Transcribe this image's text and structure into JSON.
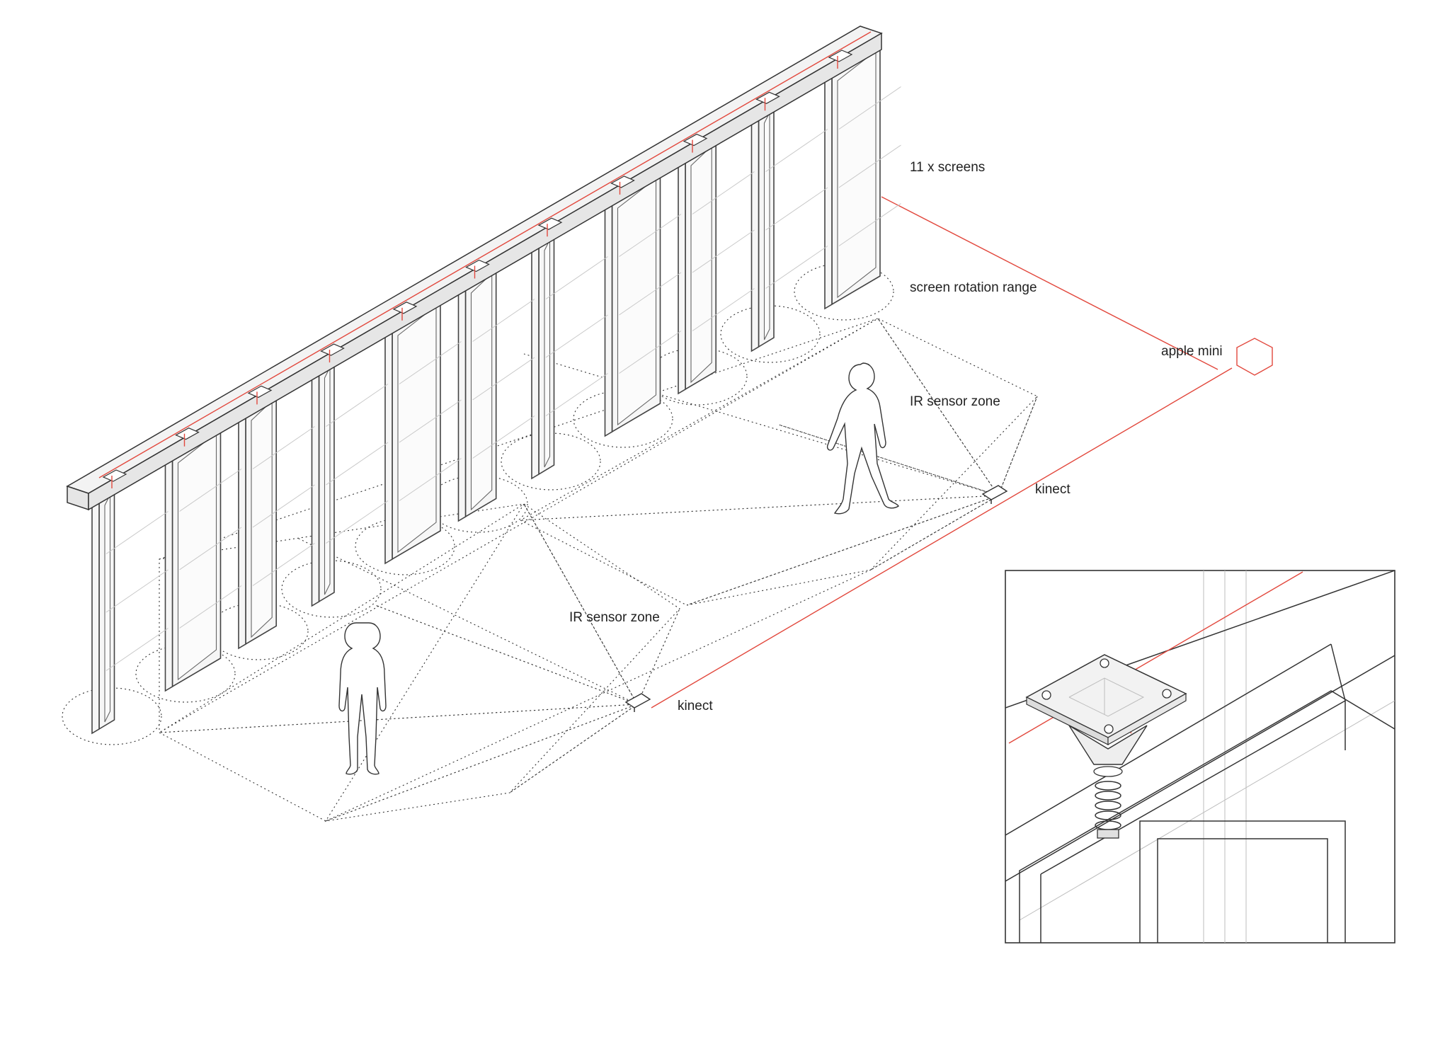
{
  "labels": {
    "screens": "11 x screens",
    "rotation": "screen rotation range",
    "apple": "apple mini",
    "ir_upper": "IR sensor zone",
    "kinect_upper": "kinect",
    "ir_lower": "IR sensor zone",
    "kinect_lower": "kinect"
  },
  "colors": {
    "accent": "#e2483d",
    "ink": "#333333"
  },
  "screens": {
    "count": 11
  },
  "detail_inset": {
    "visible": true
  }
}
